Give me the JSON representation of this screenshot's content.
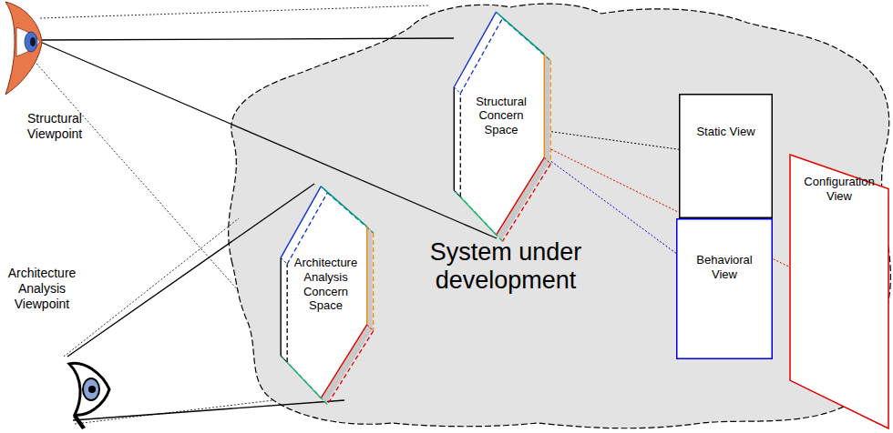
{
  "diagram": {
    "nodes": [
      {
        "text": [
          "System under development"
        ]
      },
      {
        "text": [
          "Structural Concern Space"
        ],
        "in": 0
      },
      {
        "text": [
          "Static View"
        ],
        "in": 0
      },
      {
        "text": [
          "Configuration View"
        ],
        "in": 0
      },
      {
        "text": [
          "Behavioral View"
        ],
        "in": 0
      },
      {
        "text": [
          "Architecture Analysis Concern Space"
        ],
        "in": 0
      }
    ],
    "edges": [
      {
        "from": 1,
        "to": 2,
        "arrow": "none"
      },
      {
        "from": 1,
        "to": 3,
        "arrow": "none"
      },
      {
        "from": 1,
        "to": 4,
        "arrow": "none"
      }
    ],
    "labels": [
      "Structural Viewpoint",
      "Architecture Analysis Viewpoint"
    ]
  }
}
